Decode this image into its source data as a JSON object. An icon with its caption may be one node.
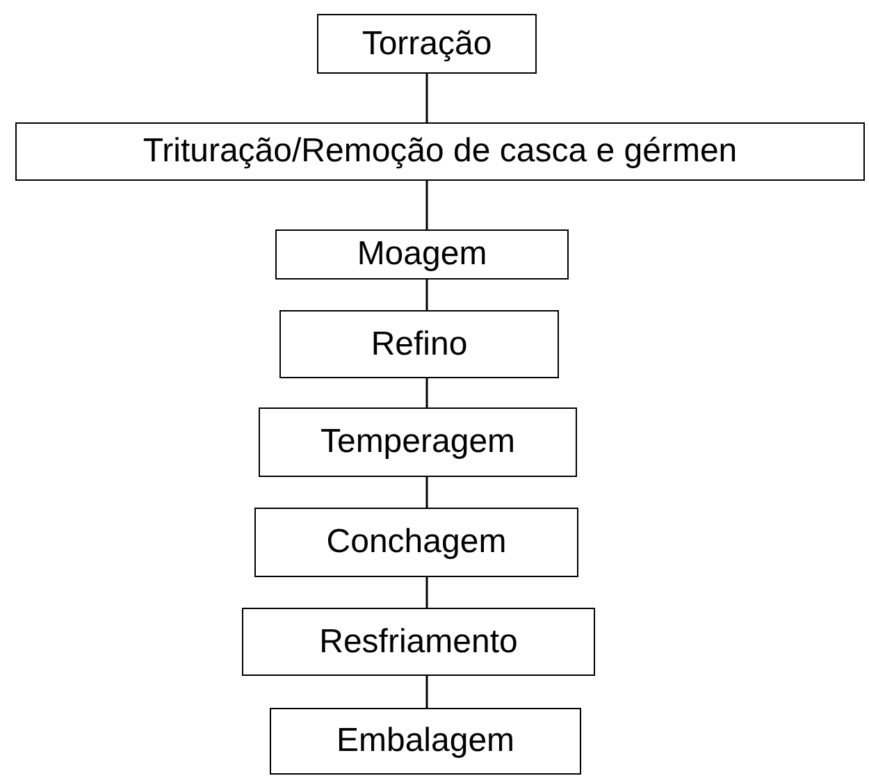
{
  "diagram": {
    "nodes": [
      {
        "text": [
          "Torração"
        ]
      },
      {
        "text": [
          "Trituração/Remoção de casca e gérmen"
        ]
      },
      {
        "text": [
          "Moagem"
        ]
      },
      {
        "text": [
          "Refino"
        ]
      },
      {
        "text": [
          "Temperagem"
        ]
      },
      {
        "text": [
          "Conchagem"
        ]
      },
      {
        "text": [
          "Resfriamento"
        ]
      },
      {
        "text": [
          "Embalagem"
        ]
      }
    ],
    "edges": [
      {
        "from": 0,
        "to": 1,
        "arrow": "none"
      },
      {
        "from": 1,
        "to": 2,
        "arrow": "none"
      },
      {
        "from": 2,
        "to": 3,
        "arrow": "none"
      },
      {
        "from": 3,
        "to": 4,
        "arrow": "none"
      },
      {
        "from": 4,
        "to": 5,
        "arrow": "none"
      },
      {
        "from": 5,
        "to": 6,
        "arrow": "none"
      },
      {
        "from": 6,
        "to": 7,
        "arrow": "none"
      }
    ]
  }
}
